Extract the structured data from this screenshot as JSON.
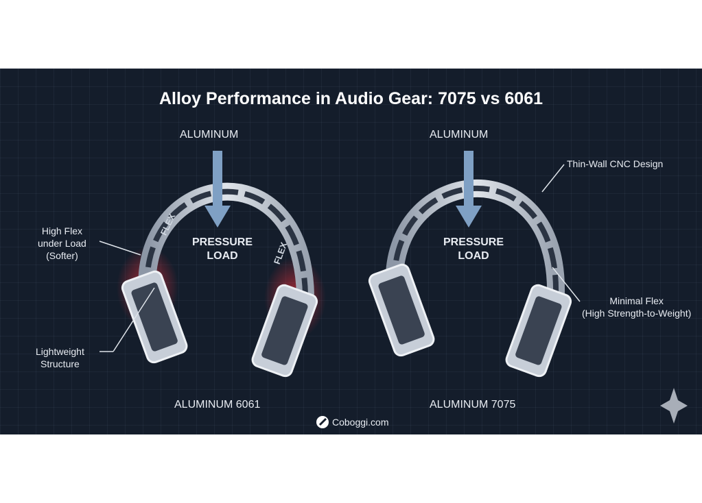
{
  "title": "Alloy Performance in Audio Gear: 7075 vs 6061",
  "left": {
    "top_label": "ALUMINUM",
    "load_label": [
      "PRESSURE",
      "LOAD"
    ],
    "flex_marks": [
      "FLEX",
      "FLEX"
    ],
    "callouts": [
      "High Flex\nunder Load\n(Softer)",
      "Lightweight\nStructure"
    ],
    "bottom_label": "ALUMINUM 6061",
    "highlight_color": "#d8303a"
  },
  "right": {
    "top_label": "ALUMINUM",
    "load_label": [
      "PRESSURE",
      "LOAD"
    ],
    "callouts": [
      "Thin-Wall CNC Design",
      "Minimal Flex\n(High Strength-to-Weight)"
    ],
    "bottom_label": "ALUMINUM 7075"
  },
  "watermark": "Coboggi.com",
  "icons": {
    "logo": "coboggi-logo-icon",
    "corner": "sparkle-icon",
    "arrow": "down-arrow-icon"
  }
}
